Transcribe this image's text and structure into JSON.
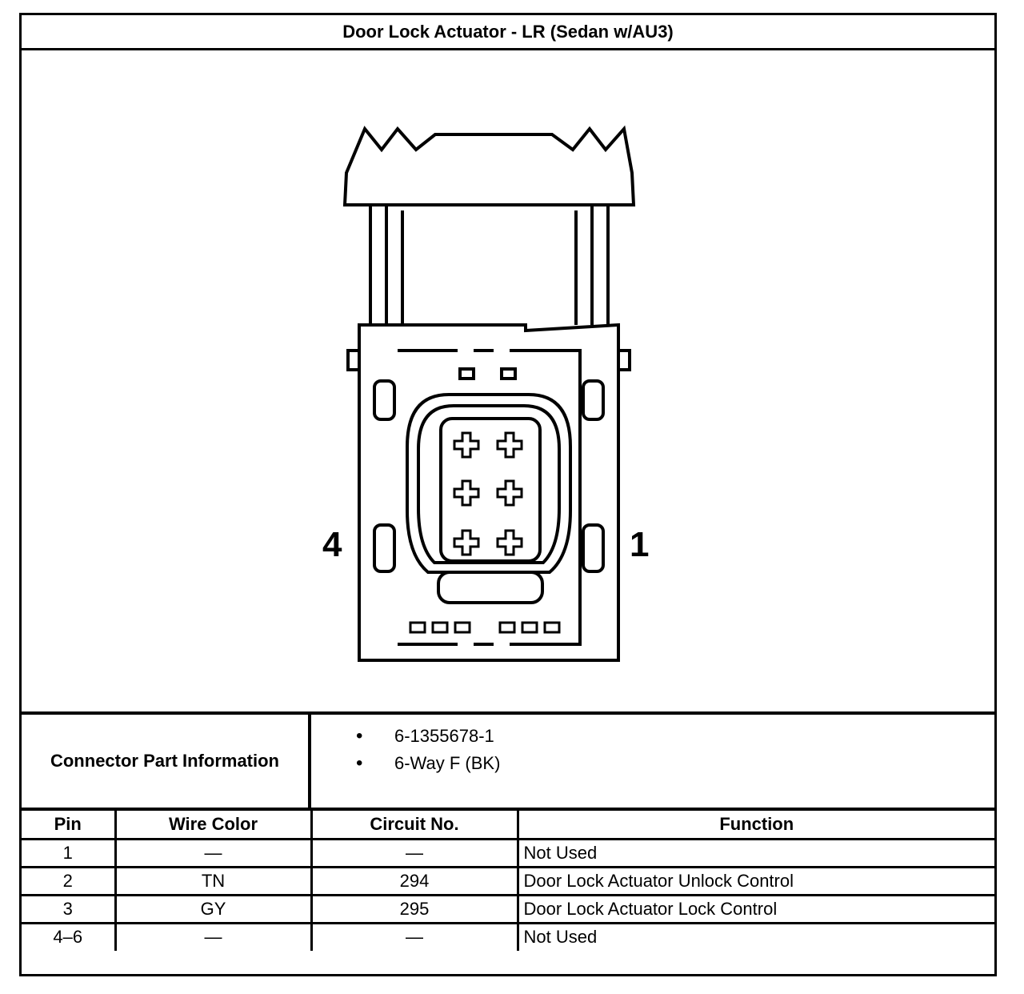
{
  "title": "Door Lock Actuator - LR (Sedan w/AU3)",
  "diagram": {
    "pin_label_left": "4",
    "pin_label_right": "1"
  },
  "connector_info": {
    "label": "Connector Part Information",
    "items": [
      "6-1355678-1",
      "6-Way F (BK)"
    ]
  },
  "table": {
    "headers": [
      "Pin",
      "Wire Color",
      "Circuit No.",
      "Function"
    ],
    "rows": [
      {
        "pin": "1",
        "wire_color": "—",
        "circuit": "—",
        "function": "Not Used"
      },
      {
        "pin": "2",
        "wire_color": "TN",
        "circuit": "294",
        "function": "Door Lock Actuator Unlock Control"
      },
      {
        "pin": "3",
        "wire_color": "GY",
        "circuit": "295",
        "function": "Door Lock Actuator Lock Control"
      },
      {
        "pin": "4–6",
        "wire_color": "—",
        "circuit": "—",
        "function": "Not Used"
      }
    ]
  }
}
